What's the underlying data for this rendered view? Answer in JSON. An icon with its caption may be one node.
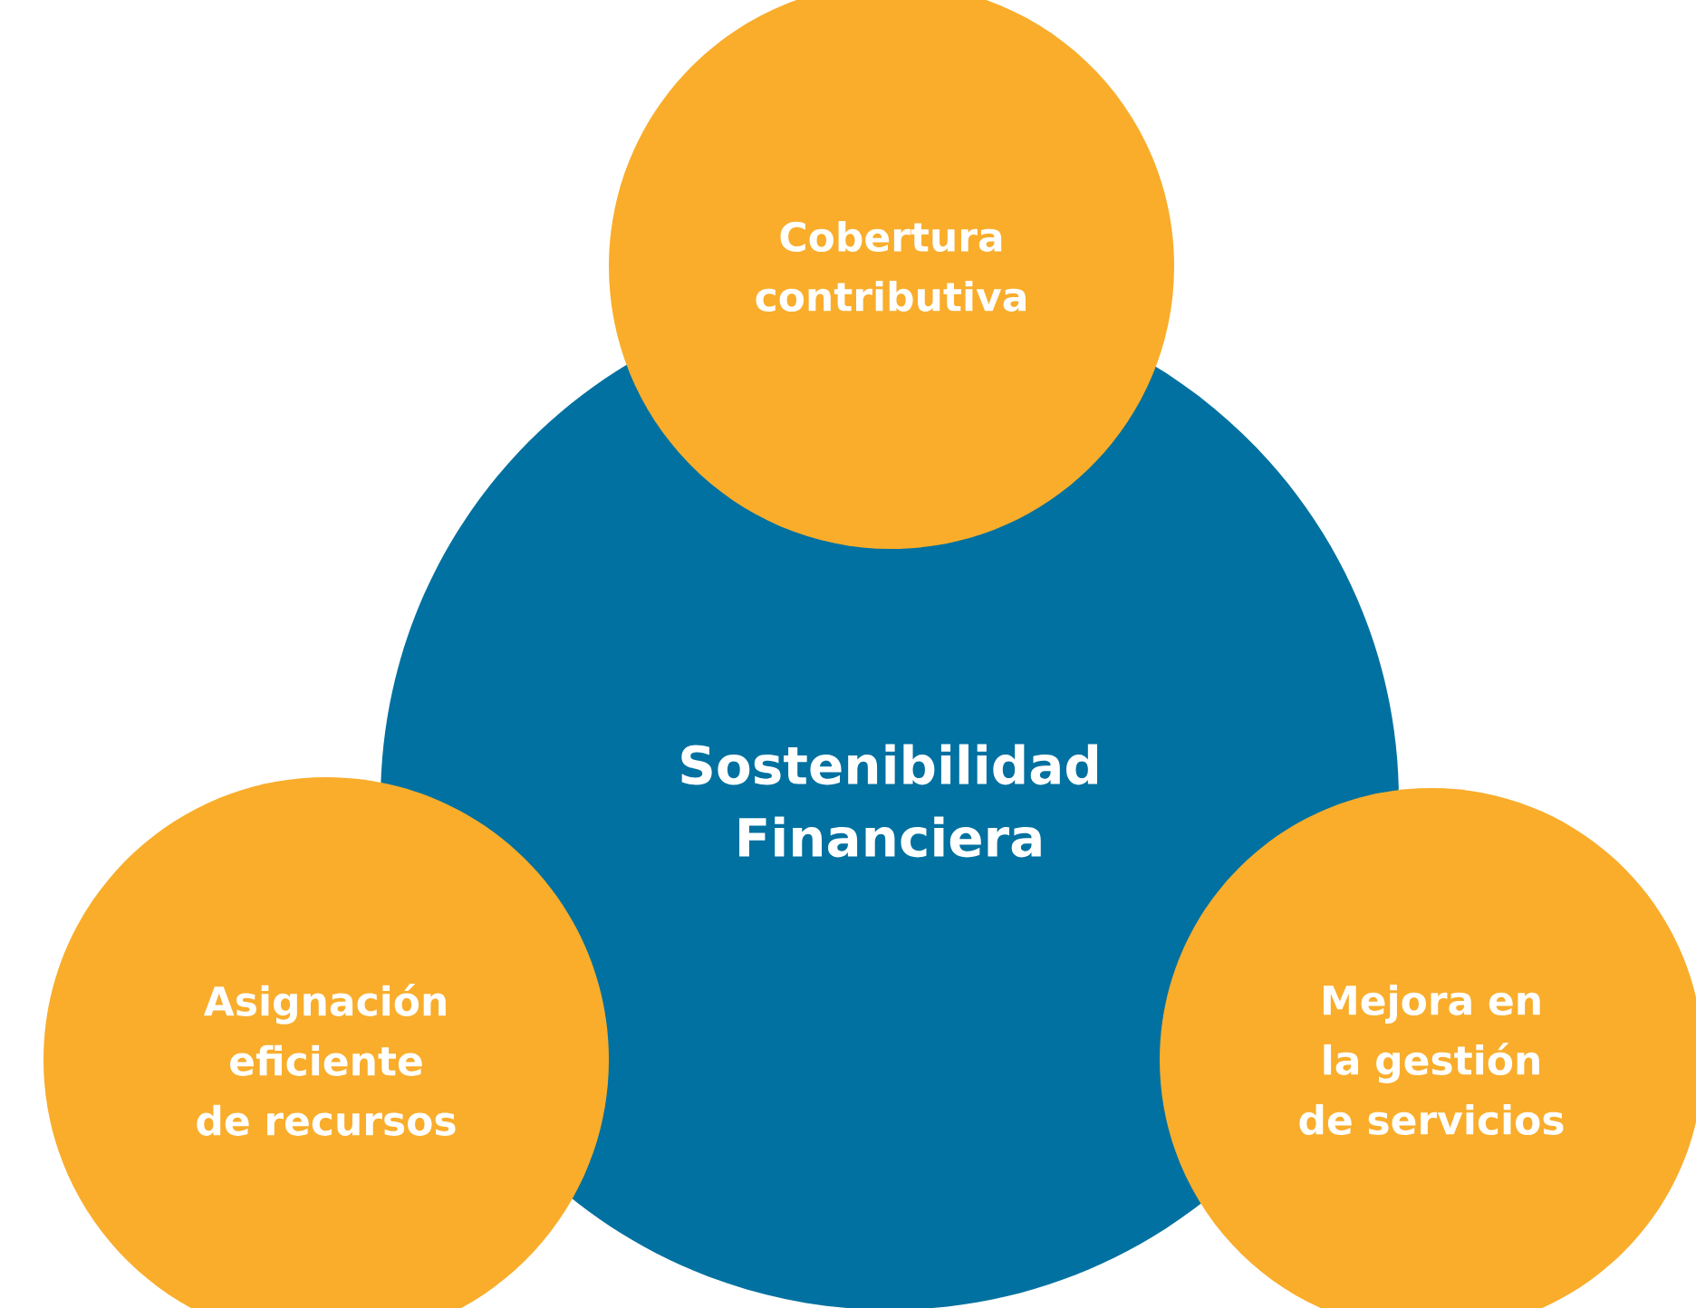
{
  "diagram": {
    "nodes": [
      {
        "text": [
          "Sostenibilidad Financiera"
        ]
      },
      {
        "text": [
          "Cobertura contributiva"
        ]
      },
      {
        "text": [
          "Asignación eficiente de recursos"
        ]
      },
      {
        "text": [
          "Mejora en la gestión de servicios"
        ]
      }
    ]
  }
}
